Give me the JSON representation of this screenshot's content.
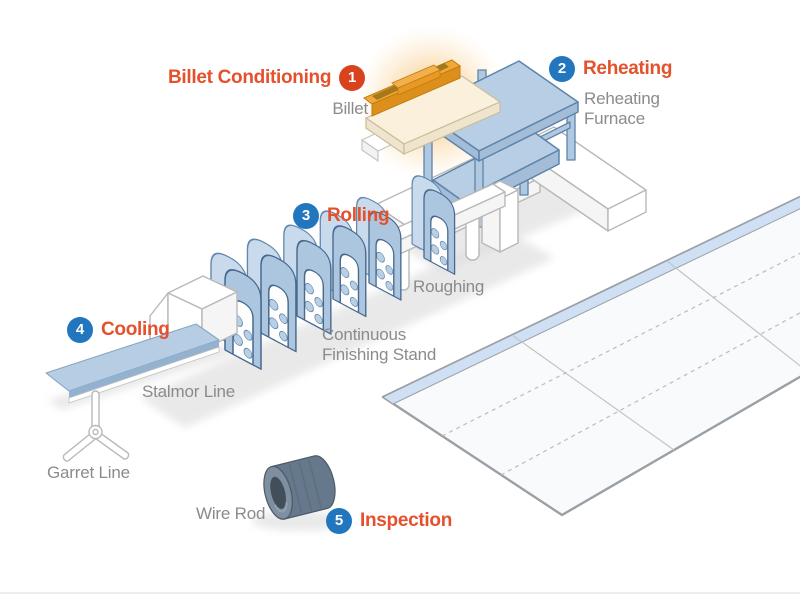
{
  "steps": [
    {
      "number": "1",
      "label": "Billet Conditioning"
    },
    {
      "number": "2",
      "label": "Reheating"
    },
    {
      "number": "3",
      "label": "Rolling"
    },
    {
      "number": "4",
      "label": "Cooling"
    },
    {
      "number": "5",
      "label": "Inspection"
    }
  ],
  "captions": {
    "billet": "Billet",
    "reheating_furnace_line1": "Reheating",
    "reheating_furnace_line2": "Furnace",
    "roughing": "Roughing",
    "finishing_line1": "Continuous",
    "finishing_line2": "Finishing Stand",
    "stalmor": "Stalmor Line",
    "garret": "Garret Line",
    "wire_rod": "Wire Rod"
  },
  "colors": {
    "step_label_orange": "#e4512c",
    "caption_gray": "#898b8d",
    "badge_blue": "#2176bd",
    "badge_red": "#d8431d",
    "equipment_blue": "#b7cee5",
    "equipment_outline": "#5e84aa",
    "billet_orange": "#f2a838",
    "glow_orange": "#f7c67c",
    "coil_gray": "#66788b",
    "floor_band_blue": "#cfe0f4"
  }
}
